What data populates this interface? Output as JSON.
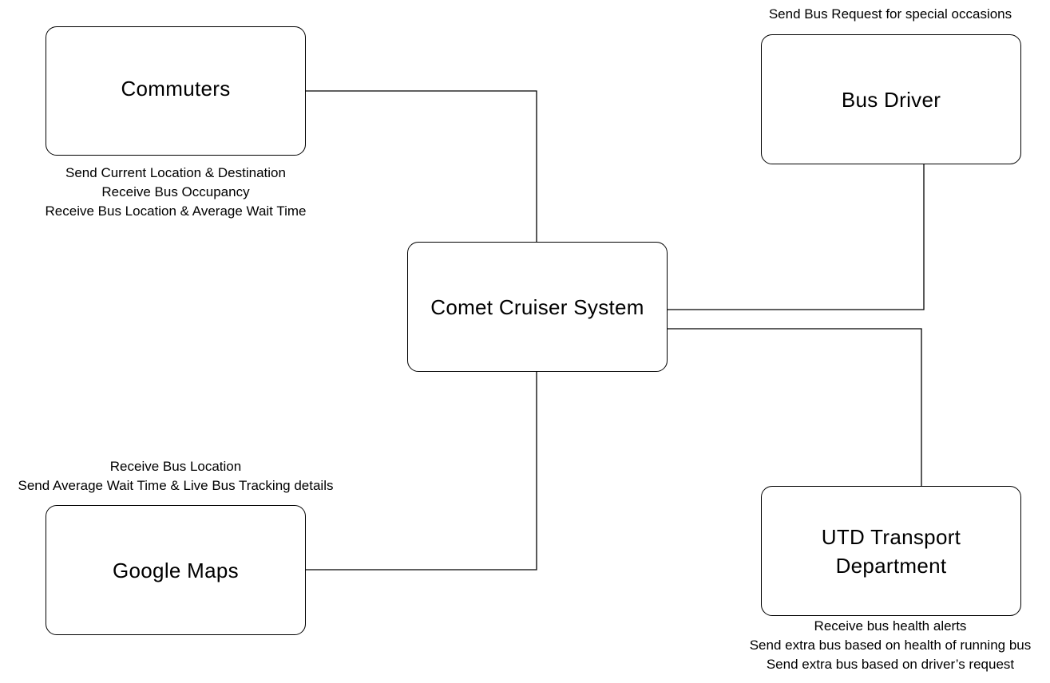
{
  "diagram": {
    "entities": {
      "commuters": {
        "label": "Commuters"
      },
      "bus_driver": {
        "label": "Bus Driver"
      },
      "system": {
        "label": "Comet Cruiser System"
      },
      "google_maps": {
        "label": "Google Maps"
      },
      "utd_transport": {
        "label_lines": [
          "UTD Transport",
          "Department"
        ]
      }
    },
    "annotations": {
      "commuters": [
        "Send Current Location & Destination",
        "Receive Bus Occupancy",
        "Receive Bus Location & Average Wait Time"
      ],
      "bus_driver": [
        "Send Bus Request for special occasions"
      ],
      "google_maps": [
        "Receive Bus Location",
        "Send Average Wait Time & Live Bus Tracking details"
      ],
      "utd_transport": [
        "Receive bus health alerts",
        "Send extra bus based on health of running bus",
        "Send extra bus based on driver’s request"
      ]
    }
  }
}
